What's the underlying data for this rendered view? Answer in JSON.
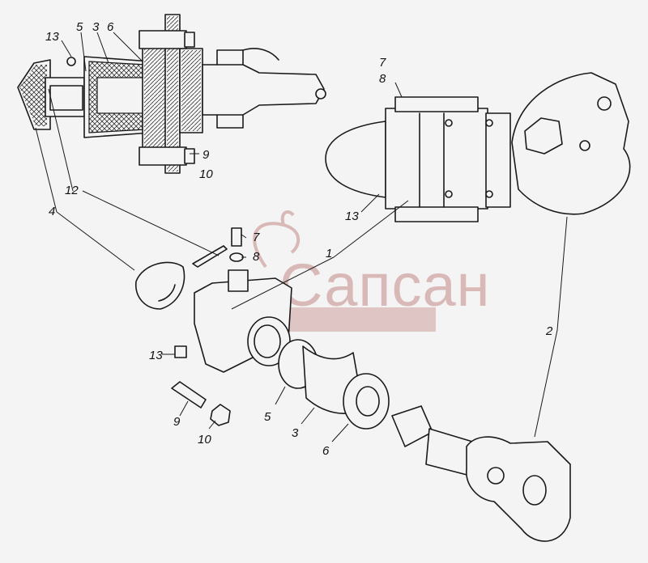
{
  "watermark": {
    "text": "Сапсан",
    "color": "#d9b9b7"
  },
  "callouts": {
    "c13a": "13",
    "c5a": "5",
    "c3a": "3",
    "c6a": "6",
    "c9a": "9",
    "c10a": "10",
    "c12": "12",
    "c4": "4",
    "c7a": "7",
    "c8a": "8",
    "c13b": "13",
    "c7b": "7",
    "c8b": "8",
    "c1": "1",
    "c13c": "13",
    "c9b": "9",
    "c10b": "10",
    "c5b": "5",
    "c3b": "3",
    "c6b": "6",
    "c2": "2"
  },
  "colors": {
    "line": "#1a1a1a",
    "background": "#f4f4f4"
  }
}
